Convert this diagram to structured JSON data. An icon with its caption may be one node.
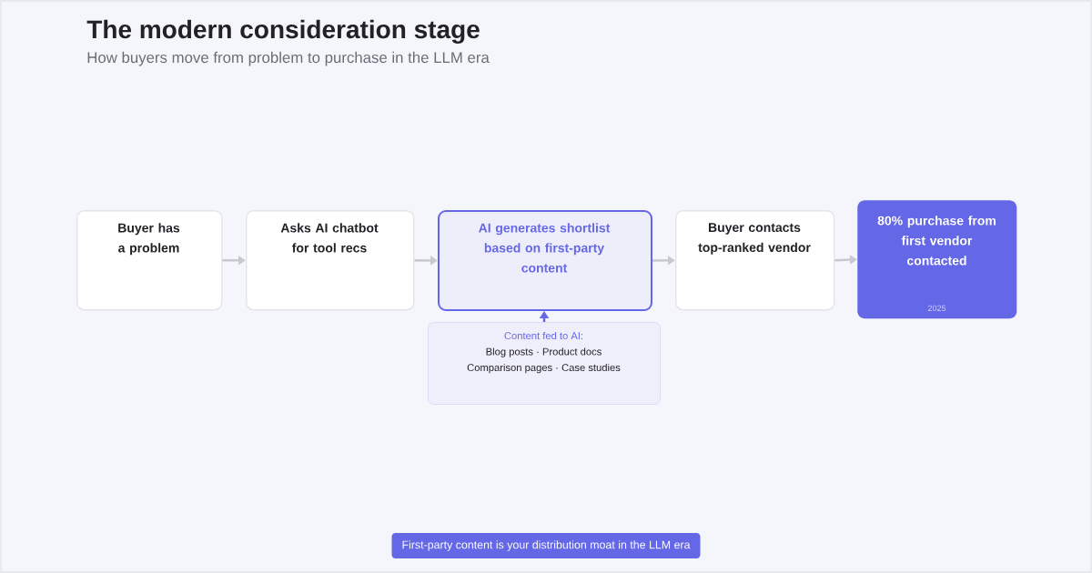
{
  "diagram": {
    "title": "The modern consideration stage",
    "nodes": [
      {
        "text": [
          "Buyer has a problem"
        ]
      },
      {
        "text": [
          "Asks AI chatbot for tool recs"
        ]
      },
      {
        "text": [
          "AI generates shortlist based on first-party content"
        ]
      },
      {
        "text": [
          "Buyer contacts top-ranked vendor"
        ]
      },
      {
        "text": [
          "80% purchase from first vendor contacted",
          "2025"
        ]
      },
      {
        "text": [
          "Content fed to AI:",
          "Blog posts · Product docs",
          "Comparison pages · Case studies"
        ]
      },
      {
        "text": [
          "First-party content is your distribution moat in the LLM era"
        ]
      }
    ],
    "edges": [
      {
        "from": 0,
        "to": 1,
        "arrow": "to"
      },
      {
        "from": 1,
        "to": 2,
        "arrow": "to"
      },
      {
        "from": 2,
        "to": 3,
        "arrow": "to"
      },
      {
        "from": 3,
        "to": 4,
        "arrow": "to"
      },
      {
        "from": 5,
        "to": 2,
        "arrow": "to",
        "color": "#6467e6"
      }
    ],
    "labels": [
      "How buyers move from problem to purchase in the LLM era"
    ]
  }
}
